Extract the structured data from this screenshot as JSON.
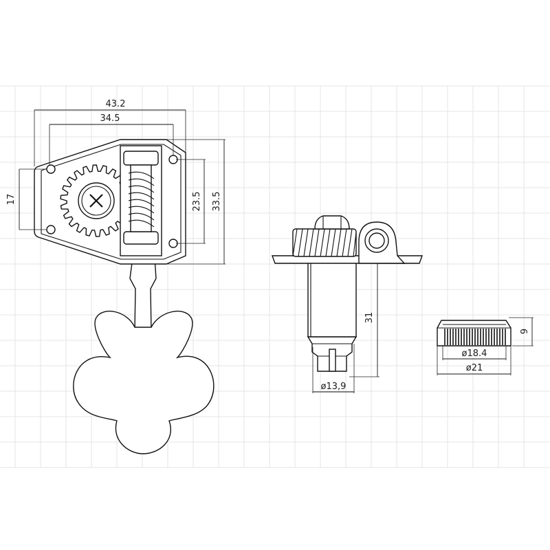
{
  "dimensions": {
    "overall_width": "43.2",
    "hole_spacing_width": "34.5",
    "hole_spacing_height": "17",
    "inner_height": "23.5",
    "overall_height": "33.5",
    "post_length": "31",
    "post_diameter": "ø13,9",
    "bushing_height": "9",
    "bushing_inner_diameter": "ø18.4",
    "bushing_outer_diameter": "ø21"
  },
  "colors": {
    "line": "#111111",
    "grid": "#e4e4e4",
    "background": "#ffffff"
  }
}
